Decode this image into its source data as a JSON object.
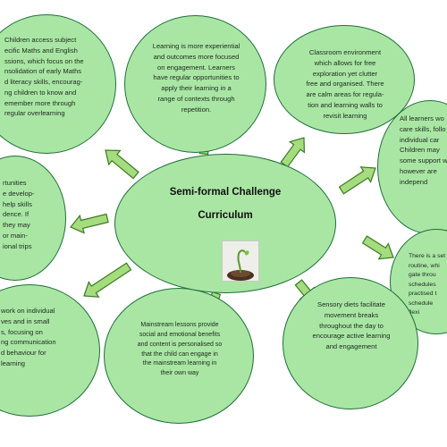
{
  "center": {
    "title_line1": "Semi-formal Challenge",
    "title_line2": "Curriculum",
    "image_icon": "seedling-sprout-icon"
  },
  "bubbles": [
    {
      "id": "top-left",
      "text": "Children access subject\necific Maths and English\nssions, which focus on the\nnsolidation of early Maths\nd literacy skills, encourag-\nng children to know and\nemember more through\nregular overlearning"
    },
    {
      "id": "top-center",
      "text": "Learning is more experiential\nand outcomes more focused\non engagement. Learners\nhave regular opportunities to\napply their learning in a\nrange of contexts through\nrepetition."
    },
    {
      "id": "top-right",
      "text": "Classroom environment\nwhich allows for free\nexploration yet clutter\nfree and organised. There\nare calm areas for regula-\ntion and learning walls to\nrevisit learning"
    },
    {
      "id": "right",
      "text": "All learners wo\ncare skills, follo\nindividual car\nChildren may\nsome support w\nhowever are\nindepend"
    },
    {
      "id": "lower-right",
      "text": "There is a set\nroutine, whi\ngate throu\nschedules\npractised t\nschedule\nflexi"
    },
    {
      "id": "bottom-right",
      "text": "Sensory diets  facilitate\nmovement breaks\nthroughout the day to\nencourage active learning\nand engagement"
    },
    {
      "id": "bottom-center",
      "text": "Mainstream lessons provide\nsocial and emotional benefits\nand content is personalised so\nthat the child can engage in\nthe mainstream learning in\ntheir own way"
    },
    {
      "id": "bottom-left",
      "text": "work on individual\nves and in small\ns, focusing on\nng communication\nd behaviour for\nlearning"
    },
    {
      "id": "left",
      "text": "rtunities\ne develop-\nhelp skills\ndence. If\nthey may\nor main-\nional trips"
    }
  ],
  "colors": {
    "bubble_fill": "#a9e6a4",
    "bubble_stroke": "#1f6f3a",
    "arrow_fill": "#a4dc7e",
    "arrow_stroke": "#3c7a24"
  }
}
